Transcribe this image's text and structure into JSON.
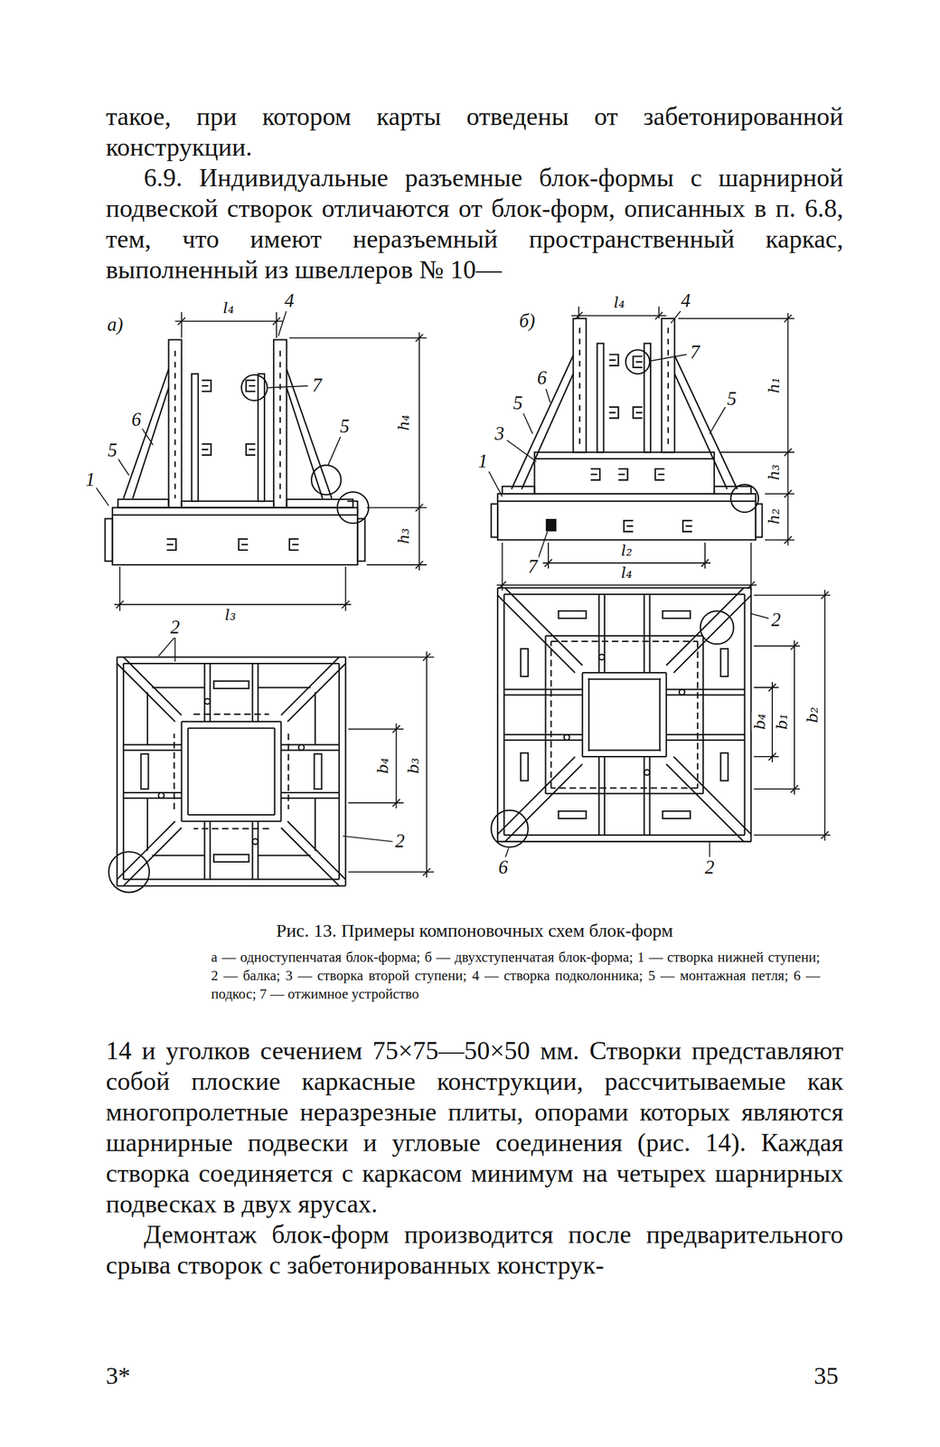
{
  "diagram": {
    "caption": "Рис. 13. Примеры компоновочных схем блок-форм",
    "labels": [
      "такое, при котором карты отведены от забетонированной конструкции.",
      "6.9. Индивидуальные разъемные блок-формы с шарнирной подвеской створок отличаются от блок-форм, описанных в п. 6.8, тем, что имеют неразъемный пространственный каркас, выполненный из швеллеров № 10—",
      "а)",
      "l₄",
      "4",
      "7",
      "6",
      "5",
      "5",
      "1",
      "h₄",
      "h₃",
      "l₃",
      "2",
      "b₄",
      "b₃",
      "2",
      "б)",
      "l₄",
      "4",
      "7",
      "6",
      "5",
      "5",
      "3",
      "1",
      "h₁",
      "h₃",
      "h₂",
      "7",
      "l₂",
      "l₄",
      "2",
      "b₄",
      "b₁",
      "b₂",
      "6",
      "2",
      "а — одноступенчатая блок-форма; б — двухступенчатая блок-форма; 1 — створка нижней ступени; 2 — балка; 3 — створка второй ступени; 4 — створка подколонника; 5 — монтажная петля; 6 — подкос; 7 — отжимное устройство",
      "14 и уголков сечением 75×75—50×50 мм. Створки представляют собой плоские каркасные конструкции, рассчитываемые как многопролетные неразрезные плиты, опорами которых являются шарнирные подвески и угловые соединения (рис. 14). Каждая створка соединяется с каркасом минимум на четырех шарнирных подвесках в двух ярусах.",
      "Демонтаж блок-форм производится после предварительного срыва створок с забетонированных конструк-",
      "3*",
      "35"
    ]
  }
}
